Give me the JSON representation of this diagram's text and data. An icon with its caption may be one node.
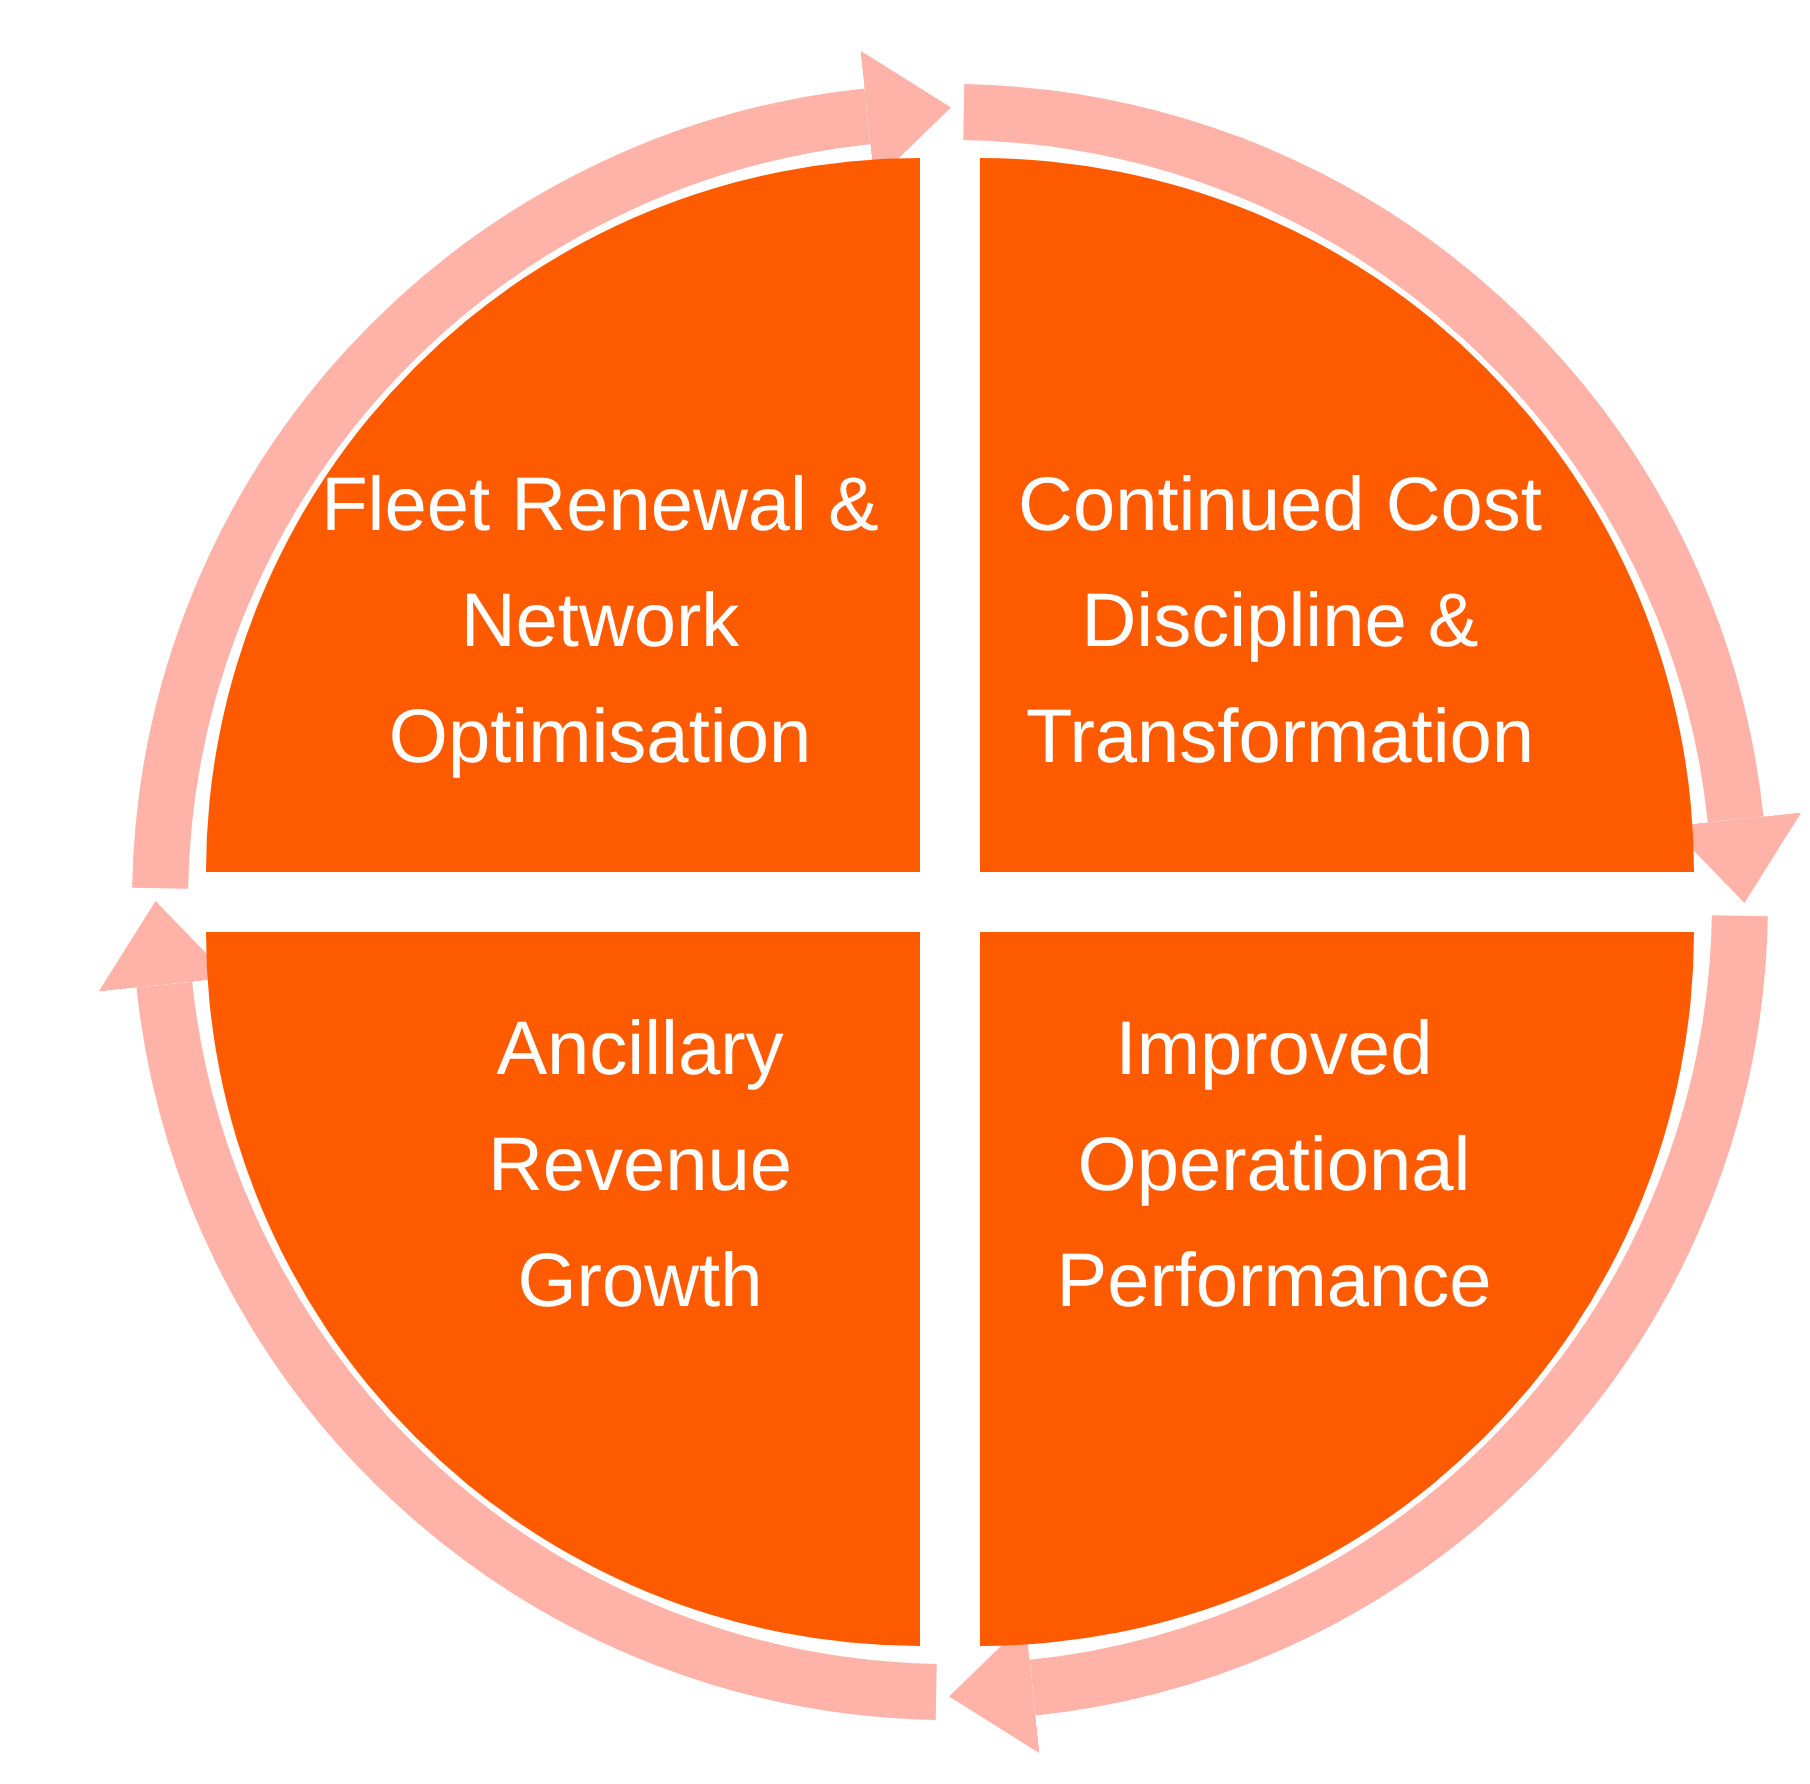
{
  "diagram": {
    "nodes": [
      {
        "text": [
          "Fleet Renewal & Network Optimisation"
        ]
      },
      {
        "text": [
          "Continued Cost Discipline & Transformation"
        ]
      },
      {
        "text": [
          "Ancillary Revenue Growth"
        ]
      },
      {
        "text": [
          "Improved Operational Performance"
        ]
      }
    ]
  }
}
